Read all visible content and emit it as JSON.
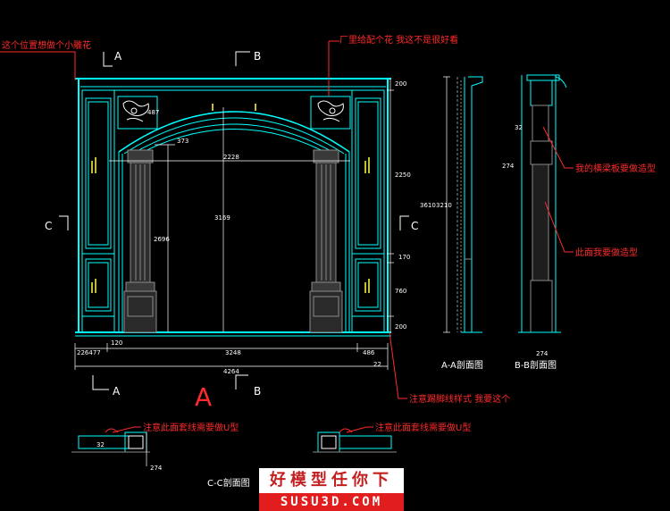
{
  "annotations": {
    "top_left": "这个位置想做个小雕花",
    "top_right": "厂里给配个花   我这不是很好看",
    "carved_beam": "我的横梁板要做造型",
    "side_face": "此面我要做造型",
    "base_line": "注意踢脚线样式 我要这个",
    "cc_left": "注意此面套线需要做U型",
    "cc_right": "注意此面套线需要做U型"
  },
  "markers": {
    "a_top": "A",
    "b_top": "B",
    "c_left": "C",
    "c_right": "C",
    "a_bottom": "A",
    "b_bottom": "B",
    "big_a": "A"
  },
  "section_titles": {
    "aa": "A-A剖面图",
    "bb": "B-B剖面图",
    "cc": "C-C剖面图"
  },
  "dimensions": {
    "d200a": "200",
    "d2250": "2250",
    "d170": "170",
    "d760": "760",
    "d200b": "200",
    "d3610": "3610",
    "d3210": "3210",
    "d2228": "2228",
    "d3169": "3169",
    "d2696": "2696",
    "d487": "487",
    "d373": "373",
    "d120": "120",
    "d226477": "226477",
    "d3248": "3248",
    "d486": "486",
    "d4264": "4264",
    "d22": "22",
    "bb32": "32",
    "bb274a": "274",
    "bb274b": "274",
    "cc32": "32",
    "cc274": "274"
  },
  "branding": {
    "name": "好模型任你下",
    "site": "SUSU3D.COM"
  },
  "colors": {
    "cyan": "#00ffff",
    "red": "#ff2a2a",
    "white": "#ffffff",
    "yellow": "#ffff44",
    "gray": "#8a8a8a"
  }
}
